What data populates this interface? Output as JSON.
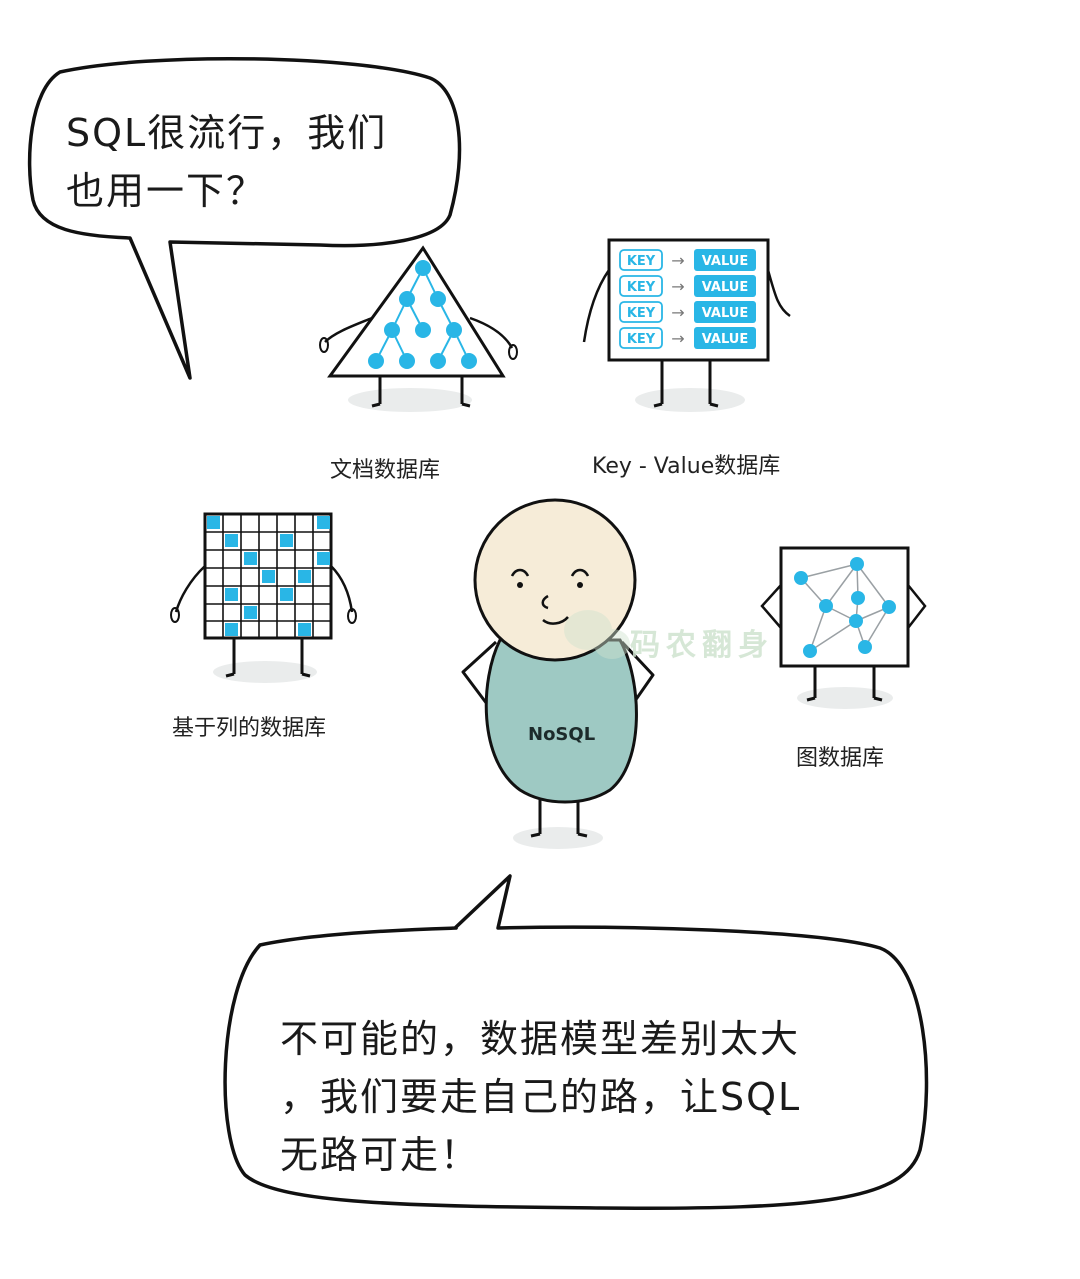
{
  "speech_top": {
    "text": "SQL很流行，我们\n也用一下？"
  },
  "speech_bottom": {
    "text": "不可能的，数据模型差别太大\n，我们要走自己的路，让SQL\n无路可走！"
  },
  "captions": {
    "document_db": "文档数据库",
    "key_value_db": "Key - Value数据库",
    "column_db": "基于列的数据库",
    "graph_db": "图数据库"
  },
  "kv_table": {
    "key_label": "KEY",
    "arrow": "→",
    "value_label": "VALUE"
  },
  "character": {
    "shirt_label": "NoSQL"
  },
  "watermark": {
    "text": "码农翻身"
  },
  "colors": {
    "accent_blue": "#29b6e6",
    "shirt": "#9ec9c3",
    "face": "#f6ecd8"
  }
}
